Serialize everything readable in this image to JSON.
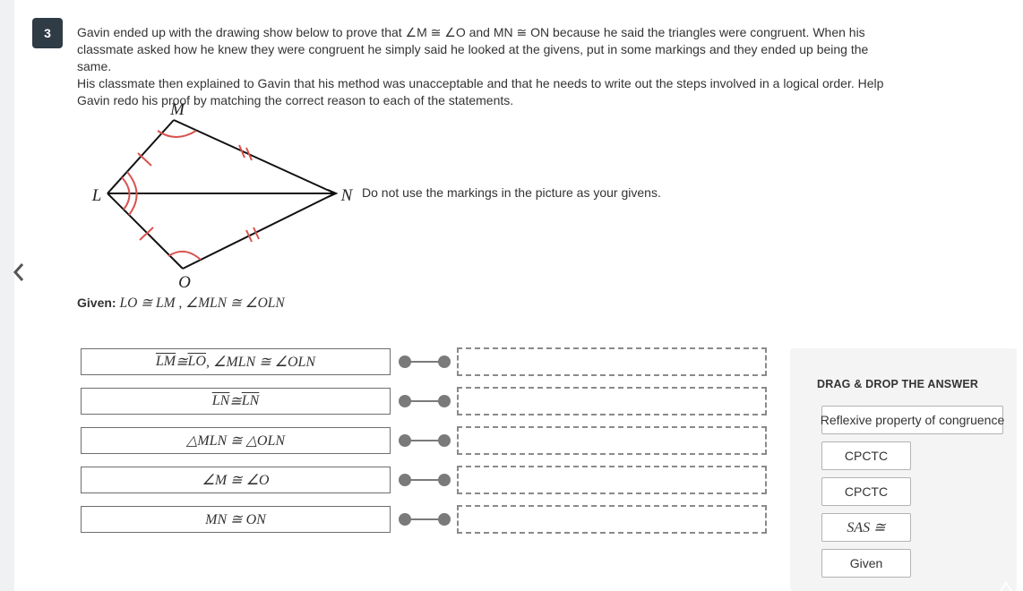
{
  "question": {
    "number": "3",
    "lines": [
      "Gavin ended up with the drawing show below to prove that ∠M ≅ ∠O and MN ≅ ON because he said the triangles were congruent.  When his",
      "classmate asked how he knew they were congruent he simply said he looked at the givens, put in some markings and they ended up being the same.",
      " His classmate then explained to Gavin that his method was unacceptable and that he needs to write out the steps involved in a logical order.  Help",
      "Gavin redo his proof by matching the correct reason to each of the statements."
    ]
  },
  "diagram": {
    "labels": {
      "m": "M",
      "l": "L",
      "n": "N",
      "o": "O"
    }
  },
  "note": "Do not use the markings in the picture as your givens.",
  "given": {
    "label": "Given:",
    "text": "LO ≅ LM , ∠MLN ≅ ∠OLN"
  },
  "statements": [
    {
      "part1": "LM",
      "part2": " ≅ ",
      "part3": "LO",
      "part4": ", ∠MLN ≅ ∠OLN"
    },
    {
      "part1": "LN",
      "part2": " ≅ ",
      "part3": "LN",
      "part4": ""
    },
    {
      "text": "△MLN ≅ △OLN"
    },
    {
      "text": "∠M ≅ ∠O"
    },
    {
      "text": "MN ≅ ON"
    }
  ],
  "answer_bank": {
    "title": "DRAG & DROP THE ANSWER",
    "options": [
      "Reflexive property of congruence",
      "CPCTC",
      "CPCTC",
      "SAS ≅",
      "Given"
    ]
  },
  "colors": {
    "badge": "#2f3b45",
    "arc_marks": "#d9534f",
    "connector": "#7a7a7a"
  }
}
